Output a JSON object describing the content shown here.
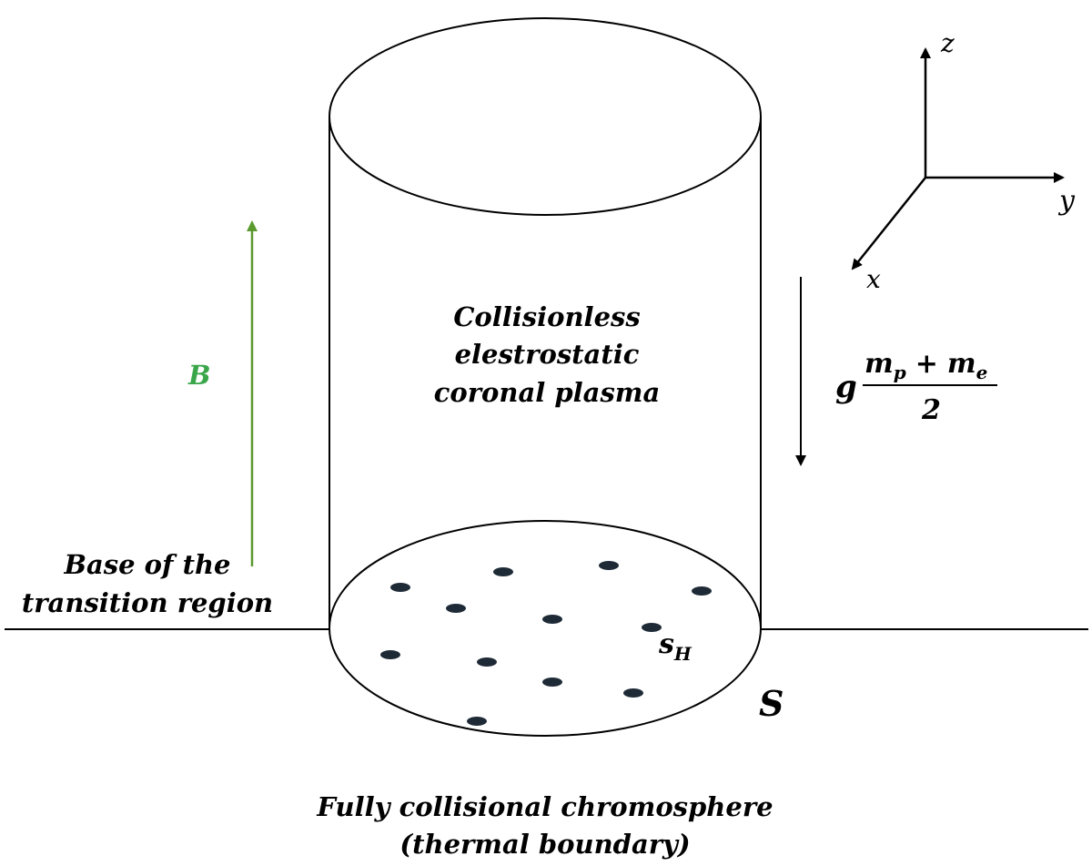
{
  "axes": {
    "z": "z",
    "y": "y",
    "x": "x"
  },
  "field_label": "B",
  "plasma_label": [
    "Collisionless",
    "elestrostatic",
    "coronal plasma"
  ],
  "gravity": {
    "g": "g",
    "numerator_m1": "m",
    "sub1": "p",
    "plus": "+",
    "numerator_m2": "m",
    "sub2": "e",
    "denominator": "2"
  },
  "base_label": [
    "Base of the",
    "transition region"
  ],
  "spot_label": {
    "main": "s",
    "sub": "H"
  },
  "surface_label": "S",
  "bottom_label": {
    "line1": "Fully collisional chromosphere",
    "line2": "(thermal boundary)"
  },
  "colors": {
    "field_arrow": "#5a9a2e",
    "field_text": "#3aa64a",
    "spots": "#1e2a36"
  }
}
